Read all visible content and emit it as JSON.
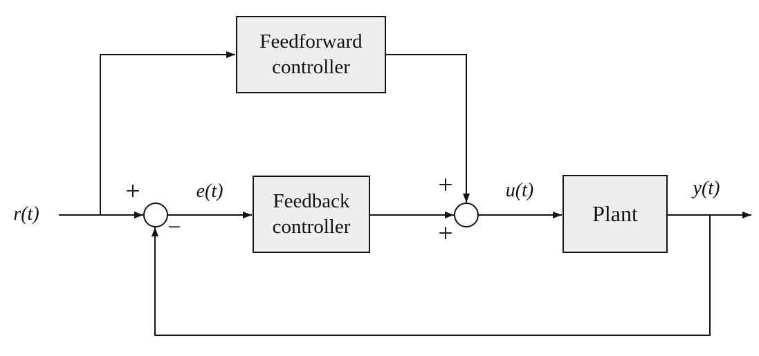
{
  "diagram": {
    "blocks": {
      "feedforward": {
        "lines": [
          "Feedforward",
          "controller"
        ]
      },
      "feedback": {
        "lines": [
          "Feedback",
          "controller"
        ]
      },
      "plant": {
        "label": "Plant"
      }
    },
    "signals": {
      "reference": "r(t)",
      "error": "e(t)",
      "control": "u(t)",
      "output": "y(t)"
    },
    "junction_signs": {
      "sum1_plus": "+",
      "sum1_minus": "−",
      "sum2_top_plus": "+",
      "sum2_bottom_plus": "+"
    },
    "colors": {
      "background": "#ffffff",
      "block_fill": "#eeeeee",
      "block_border": "#111111",
      "line": "#111111",
      "text": "#111111"
    }
  }
}
